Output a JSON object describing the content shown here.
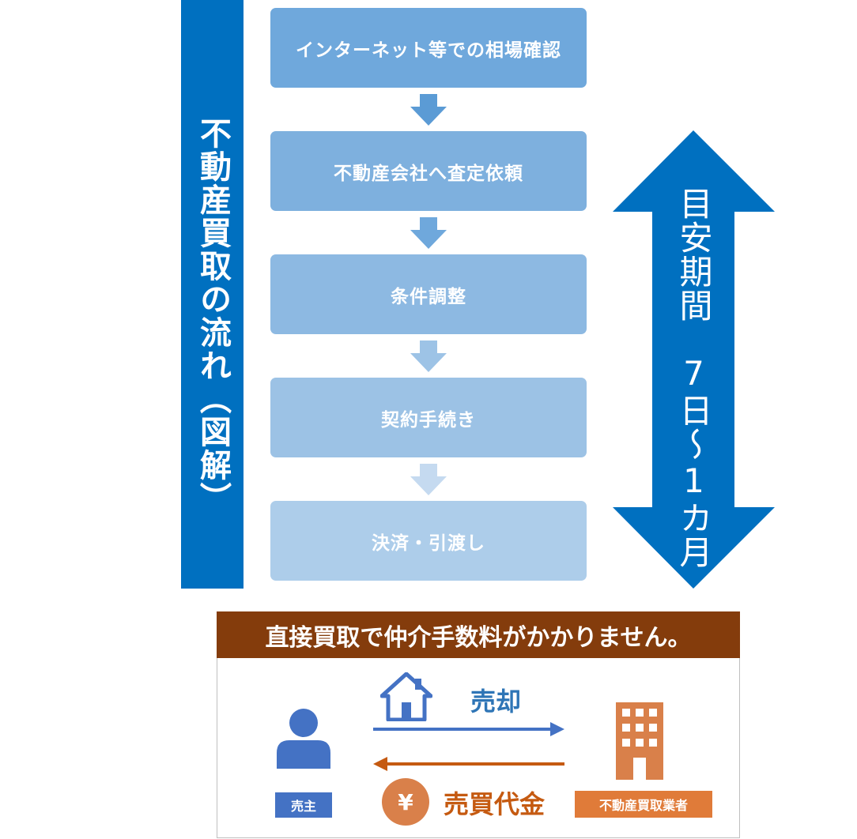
{
  "title": "不動産買取の流れ（図解）",
  "steps": [
    {
      "label": "インターネット等での相場確認",
      "color": "#6FA8DC"
    },
    {
      "label": "不動産会社へ査定依頼",
      "color": "#7EB0DE"
    },
    {
      "label": "条件調整",
      "color": "#8DB9E2"
    },
    {
      "label": "契約手続き",
      "color": "#9CC2E5"
    },
    {
      "label": "決済・引渡し",
      "color": "#ADCDEA"
    }
  ],
  "arrow_colors": [
    "#5B9BD5",
    "#6FA8DC",
    "#9DC3E6",
    "#C5DAF0"
  ],
  "period": {
    "label": "目安期間",
    "value": "7日～1カ月",
    "color": "#0070C0"
  },
  "panel": {
    "heading": "直接買取で仲介手数料がかかりません。",
    "seller": "売主",
    "buyer": "不動産買取業者",
    "sale": "売却",
    "price": "売買代金",
    "yen": "¥"
  },
  "colors": {
    "brand_blue": "#0070C0",
    "header_brown": "#843C0C",
    "icon_blue": "#4472C4",
    "icon_orange": "#D9804A",
    "text_orange": "#C55A11"
  }
}
